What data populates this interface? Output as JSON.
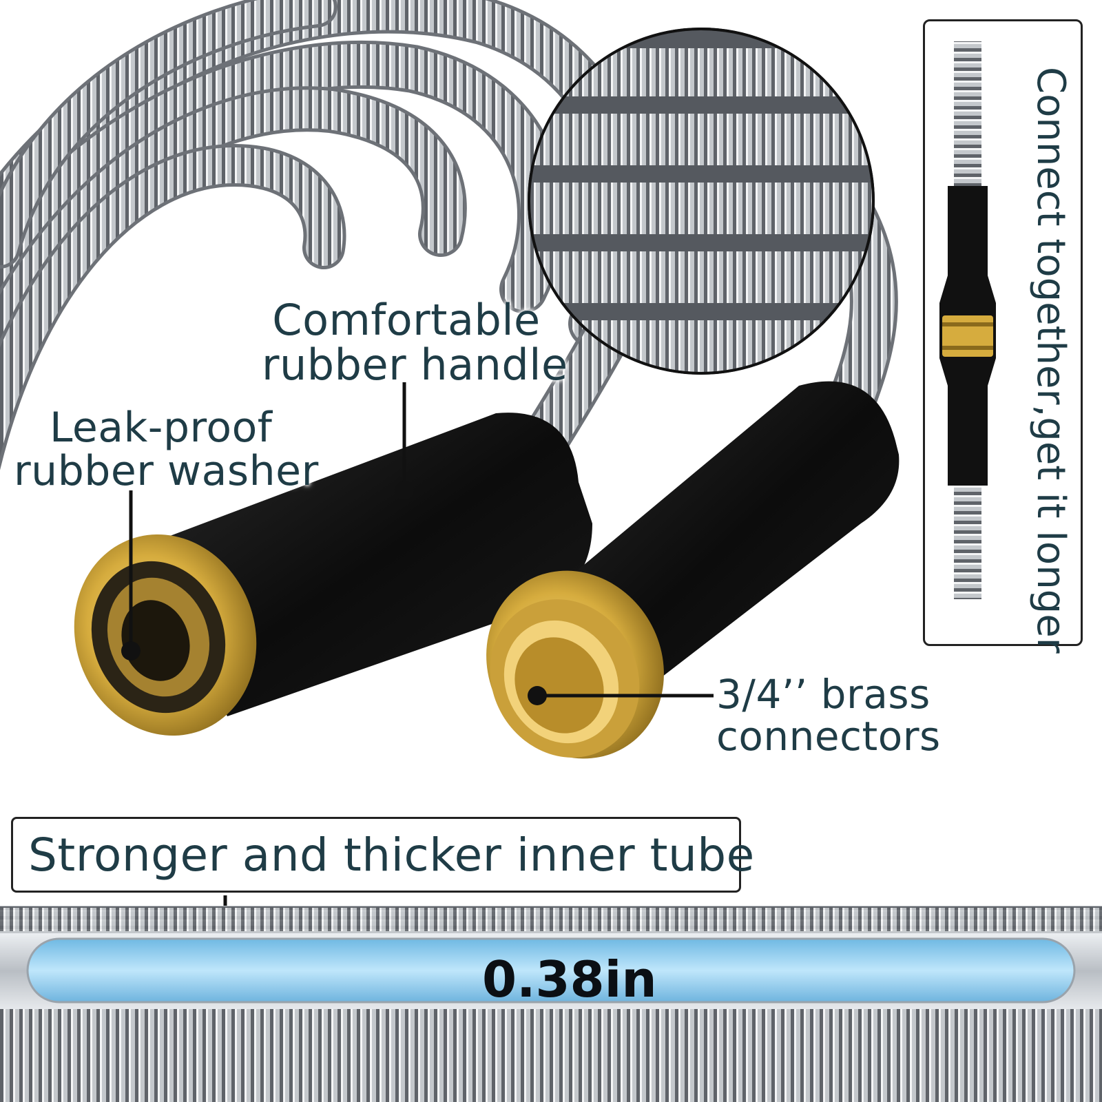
{
  "labels": {
    "handle_line1": "Comfortable",
    "handle_line2": "rubber handle",
    "washer_line1": "Leak-proof",
    "washer_line2": "rubber washer",
    "brass_line1": "3/4’’ brass",
    "brass_line2": "connectors",
    "inner_tube": "Stronger and thicker inner tube",
    "side_caption": "Connect together,get it longer",
    "diameter": "0.38in"
  },
  "colors": {
    "text": "#1f3c46",
    "steel": "#c9ccd0",
    "rubber": "#141414",
    "brass": "#d8b24a",
    "water": "#8ecdf0"
  }
}
